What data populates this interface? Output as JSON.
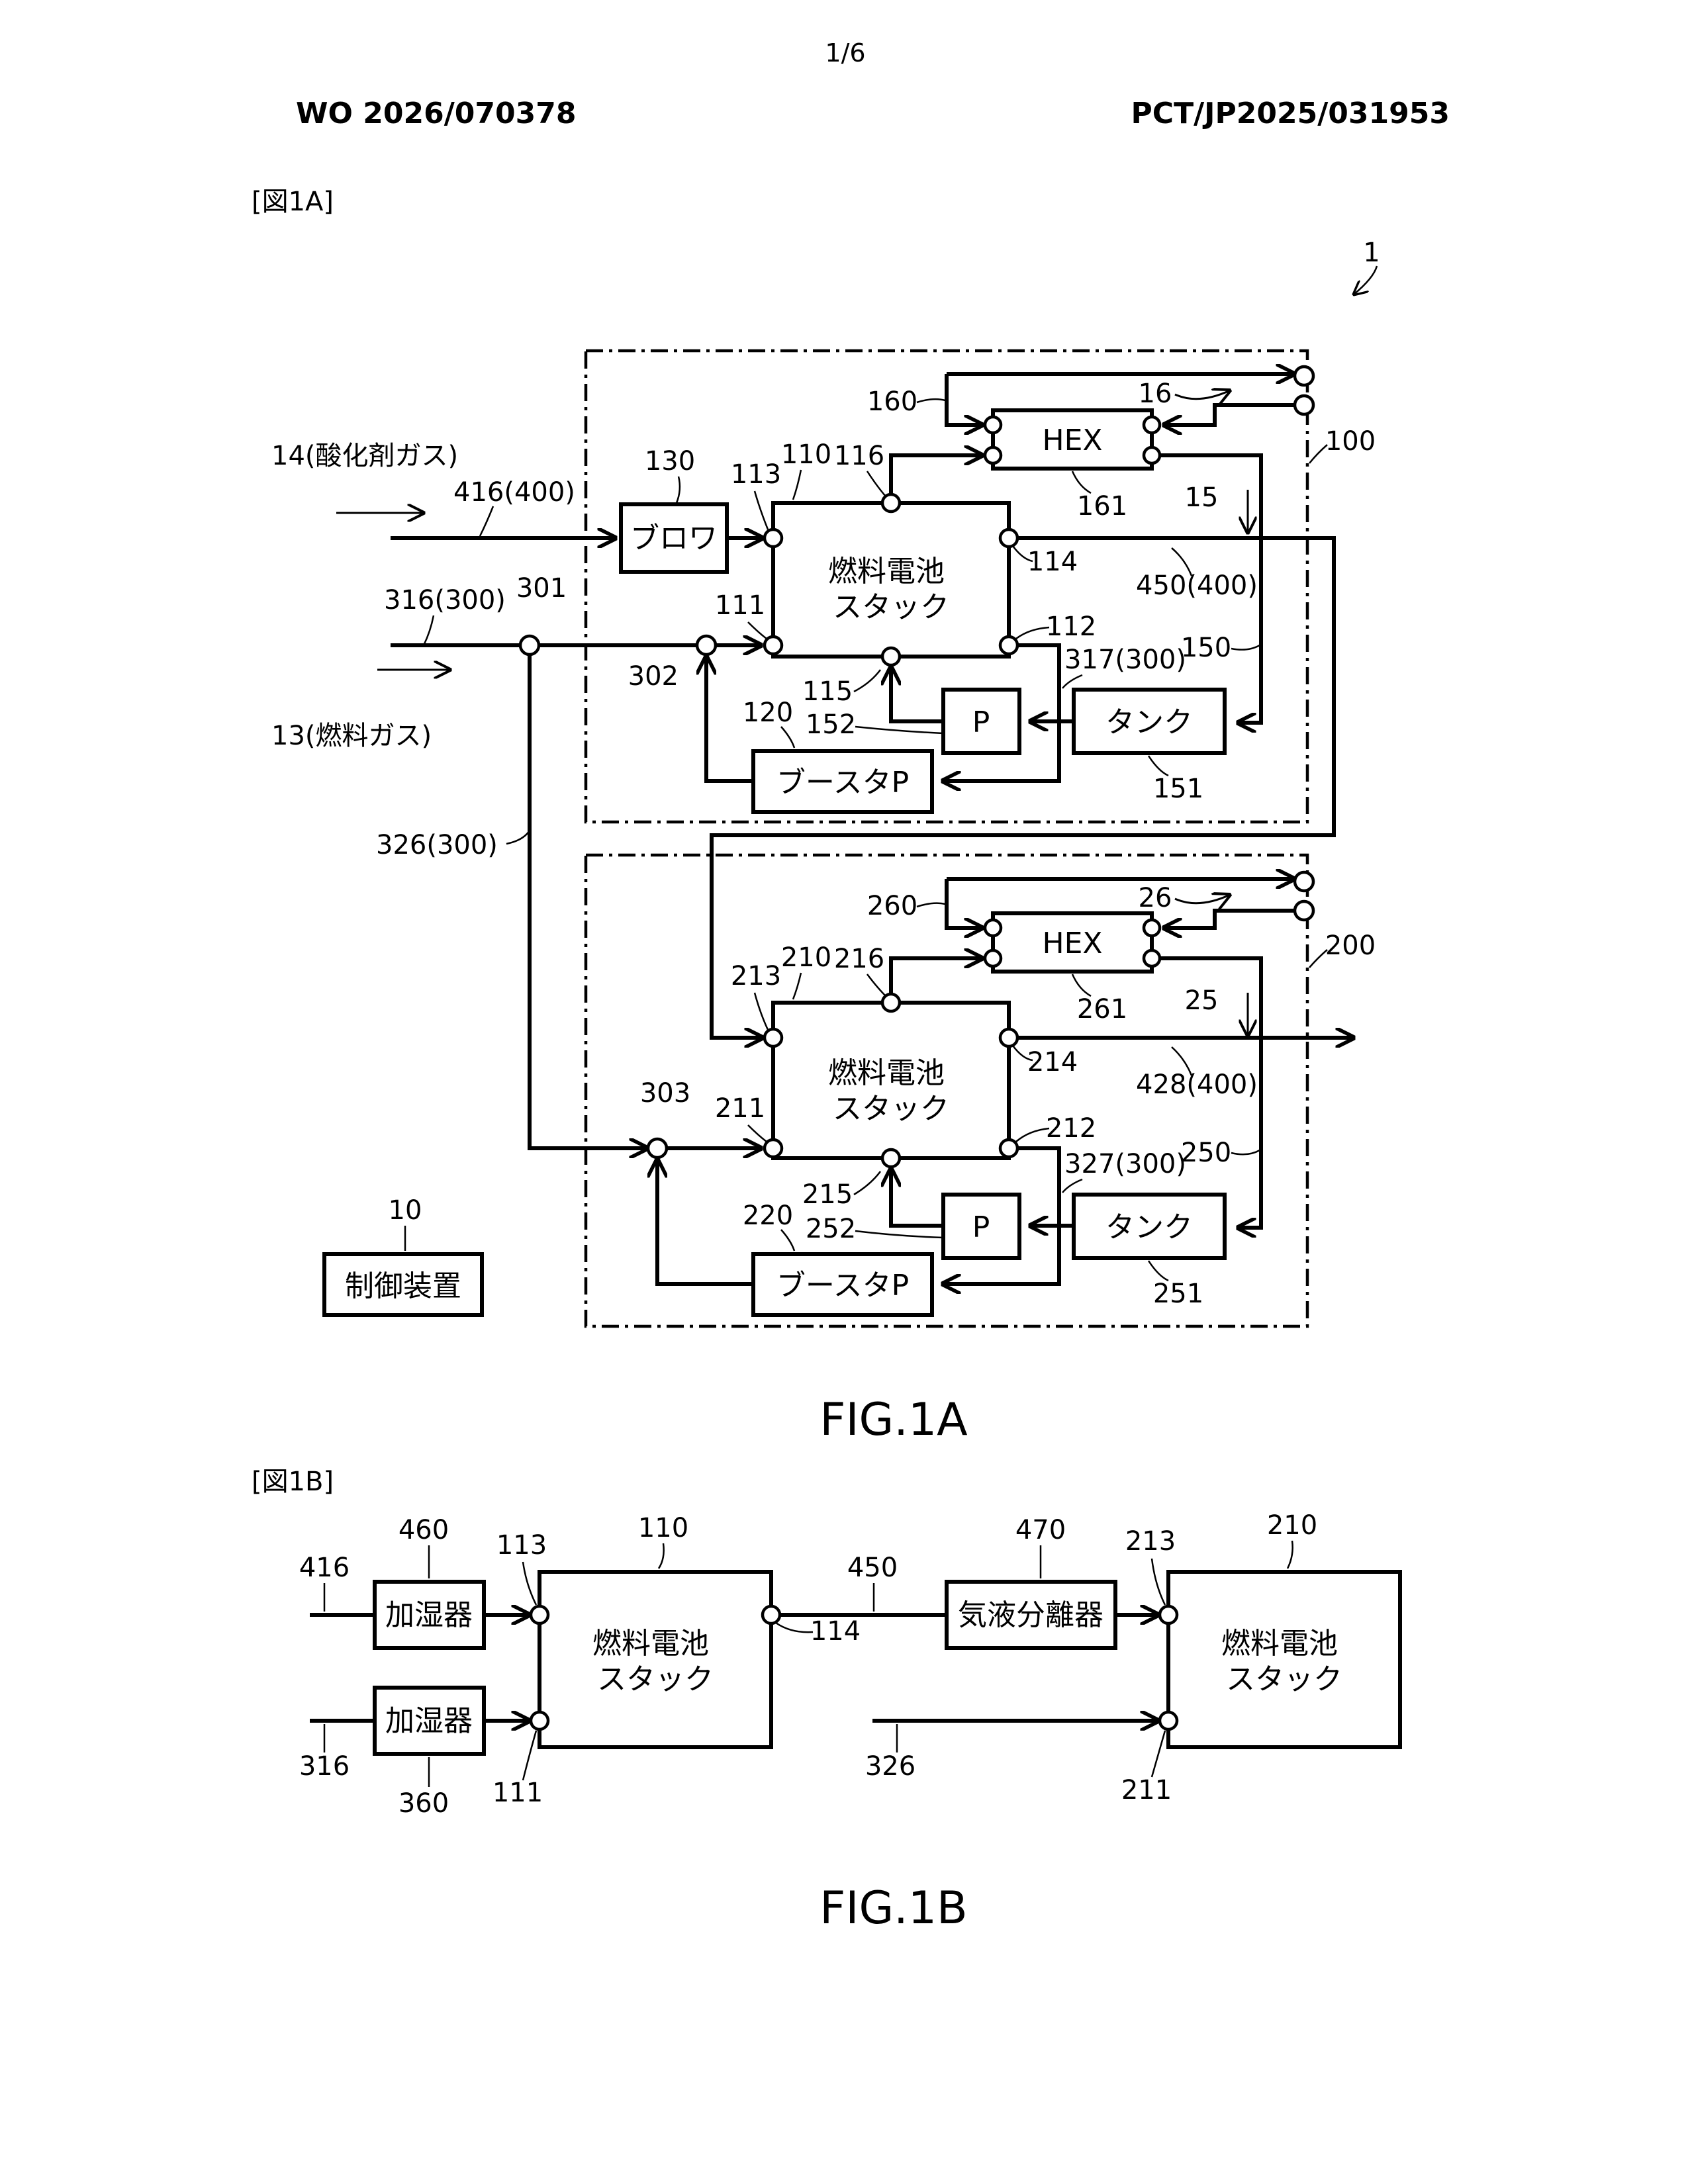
{
  "page": {
    "page_number": "1/6",
    "publication_number": "WO 2026/070378",
    "application_number": "PCT/JP2025/031953"
  },
  "fig1a": {
    "label": "[図1A]",
    "caption": "FIG.1A",
    "system_ref": "1",
    "inputs": {
      "oxidant_gas": "14(酸化剤ガス)",
      "fuel_gas": "13(燃料ガス)",
      "oxidant_line": "416(400)",
      "fuel_line": "316(300)",
      "fuel_branch_line": "326(300)"
    },
    "junctions": {
      "j301": "301",
      "j302": "302",
      "j303": "303"
    },
    "unit1": {
      "ref": "100",
      "stack_label": "燃料電池\nスタック",
      "stack_ref": "110",
      "blower": "ブロワ",
      "blower_ref": "130",
      "hex": "HEX",
      "hex_ref": "161",
      "coolant_loop_ref": "160",
      "coolant_ext_ref": "16",
      "coolant_line_ref": "15",
      "tank": "タンク",
      "tank_ref": "151",
      "pump": "P",
      "pump_ref": "152",
      "booster": "ブースタP",
      "booster_ref": "120",
      "water_line_ref": "150",
      "offgas_line": "450(400)",
      "fuel_out_line": "317(300)",
      "ports": {
        "p111": "111",
        "p112": "112",
        "p113": "113",
        "p114": "114",
        "p115": "115",
        "p116": "116"
      }
    },
    "unit2": {
      "ref": "200",
      "stack_label": "燃料電池\nスタック",
      "stack_ref": "210",
      "hex": "HEX",
      "hex_ref": "261",
      "coolant_loop_ref": "260",
      "coolant_ext_ref": "26",
      "coolant_line_ref": "25",
      "tank": "タンク",
      "tank_ref": "251",
      "pump": "P",
      "pump_ref": "252",
      "booster": "ブースタP",
      "booster_ref": "220",
      "water_line_ref": "250",
      "exhaust_line": "428(400)",
      "fuel_out_line": "327(300)",
      "ports": {
        "p211": "211",
        "p212": "212",
        "p213": "213",
        "p214": "214",
        "p215": "215",
        "p216": "216"
      }
    },
    "controller": {
      "label": "制御装置",
      "ref": "10"
    }
  },
  "fig1b": {
    "label": "[図1B]",
    "caption": "FIG.1B",
    "humidifier_top": "加湿器",
    "humidifier_top_ref": "460",
    "humidifier_bottom": "加湿器",
    "humidifier_bottom_ref": "360",
    "stack1_label": "燃料電池\nスタック",
    "stack1_ref": "110",
    "stack2_label": "燃料電池\nスタック",
    "stack2_ref": "210",
    "separator": "気液分離器",
    "separator_ref": "470",
    "lines": {
      "l416": "416",
      "l316": "316",
      "l450": "450",
      "l326": "326"
    },
    "ports": {
      "p113": "113",
      "p111": "111",
      "p114": "114",
      "p213": "213",
      "p211": "211"
    }
  }
}
